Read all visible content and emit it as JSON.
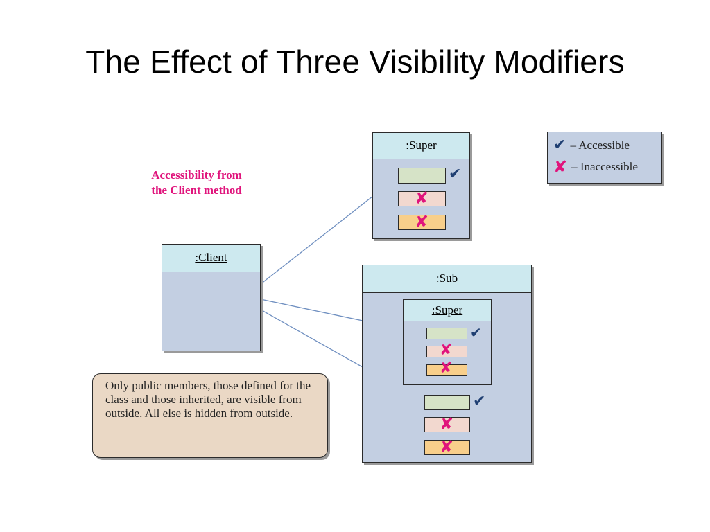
{
  "slide": {
    "title": "The Effect of Three Visibility Modifiers"
  },
  "diagram": {
    "accessibility_label": [
      "Accessibility from",
      "the Client method"
    ],
    "client_box": {
      "title": ":Client"
    },
    "super_box": {
      "title": ":Super"
    },
    "sub_box": {
      "title": ":Sub",
      "inner_title": ":Super"
    },
    "legend": {
      "accessible": "– Accessible",
      "inaccessible": "– Inaccessible"
    },
    "note": "Only public members, those defined for the class and those inherited, are visible from outside. All else is hidden from outside.",
    "colors": {
      "box_fill": "#c3cfe2",
      "header_fill": "#cde9ef",
      "public_member": "#d6e3c7",
      "protected_member": "#f2d8cf",
      "private_member": "#f8cf8b",
      "check": "#1f3f72",
      "cross": "#e0147c",
      "arrow": "#6f8fc0"
    }
  }
}
